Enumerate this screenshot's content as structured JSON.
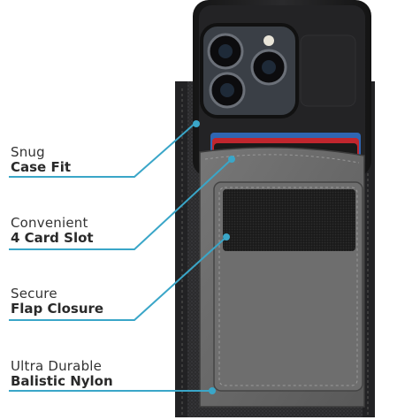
{
  "features": [
    {
      "line1": "Snug",
      "line2": "Case Fit"
    },
    {
      "line1": "Convenient",
      "line2": "4 Card Slot"
    },
    {
      "line1": "Secure",
      "line2": "Flap Closure"
    },
    {
      "line1": "Ultra Durable",
      "line2": "Balistic Nylon"
    }
  ],
  "colors": {
    "callout": "#3aa6c8",
    "nylon": "#2c2c2e",
    "leather": "#6a6a6a",
    "case": "#1c1c1e",
    "card_red": "#c0262e",
    "card_blue": "#2f66b3"
  }
}
